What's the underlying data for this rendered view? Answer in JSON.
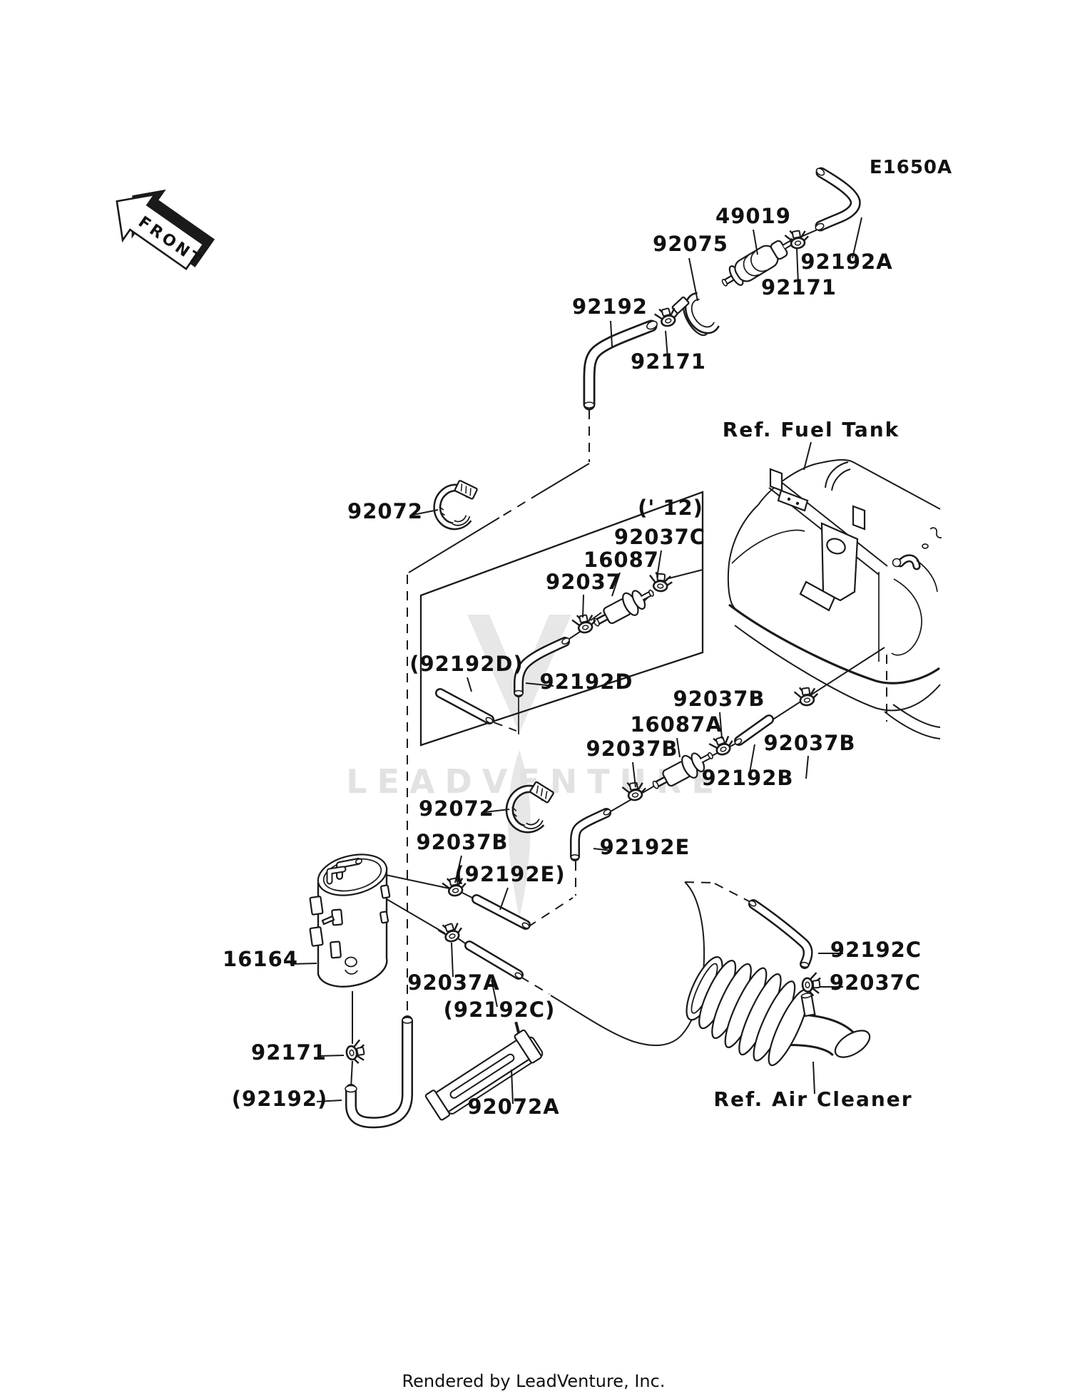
{
  "diagram": {
    "code": "E1650A",
    "front_marker": "FRONT",
    "model_year_note": "(' 12)",
    "watermark": "LEADVENTURE",
    "footer": "Rendered by LeadVenture, Inc.",
    "references": {
      "fuel_tank": "Ref. Fuel Tank",
      "air_cleaner": "Ref. Air Cleaner"
    },
    "part_labels": [
      {
        "id": "fuel-filter",
        "text": "49019"
      },
      {
        "id": "filter-holder",
        "text": "92075"
      },
      {
        "id": "hose-a",
        "text": "92192A"
      },
      {
        "id": "clamp-top",
        "text": "92171"
      },
      {
        "id": "hose-main",
        "text": "92192"
      },
      {
        "id": "clamp-mid",
        "text": "92171"
      },
      {
        "id": "band-clamp-upper",
        "text": "92072"
      },
      {
        "id": "clamp-c-box",
        "text": "92037C"
      },
      {
        "id": "valve-12",
        "text": "16087"
      },
      {
        "id": "clamp-valve",
        "text": "92037"
      },
      {
        "id": "hose-d-alt",
        "text": "(92192D)"
      },
      {
        "id": "hose-d",
        "text": "92192D"
      },
      {
        "id": "clamp-b-valve-left",
        "text": "92037B"
      },
      {
        "id": "check-valve",
        "text": "16087A"
      },
      {
        "id": "clamp-b-valve-top",
        "text": "92037B"
      },
      {
        "id": "clamp-b-tank",
        "text": "92037B"
      },
      {
        "id": "hose-b",
        "text": "92192B"
      },
      {
        "id": "band-clamp-lower",
        "text": "92072"
      },
      {
        "id": "clamp-b-canister",
        "text": "92037B"
      },
      {
        "id": "hose-e-alt",
        "text": "(92192E)"
      },
      {
        "id": "hose-e",
        "text": "92192E"
      },
      {
        "id": "canister",
        "text": "16164"
      },
      {
        "id": "clamp-a",
        "text": "92037A"
      },
      {
        "id": "hose-c-alt",
        "text": "(92192C)"
      },
      {
        "id": "hose-c",
        "text": "92192C"
      },
      {
        "id": "clamp-c-air",
        "text": "92037C"
      },
      {
        "id": "clamp-bottom",
        "text": "92171"
      },
      {
        "id": "hose-plain-alt",
        "text": "(92192)"
      },
      {
        "id": "strap",
        "text": "92072A"
      }
    ]
  }
}
